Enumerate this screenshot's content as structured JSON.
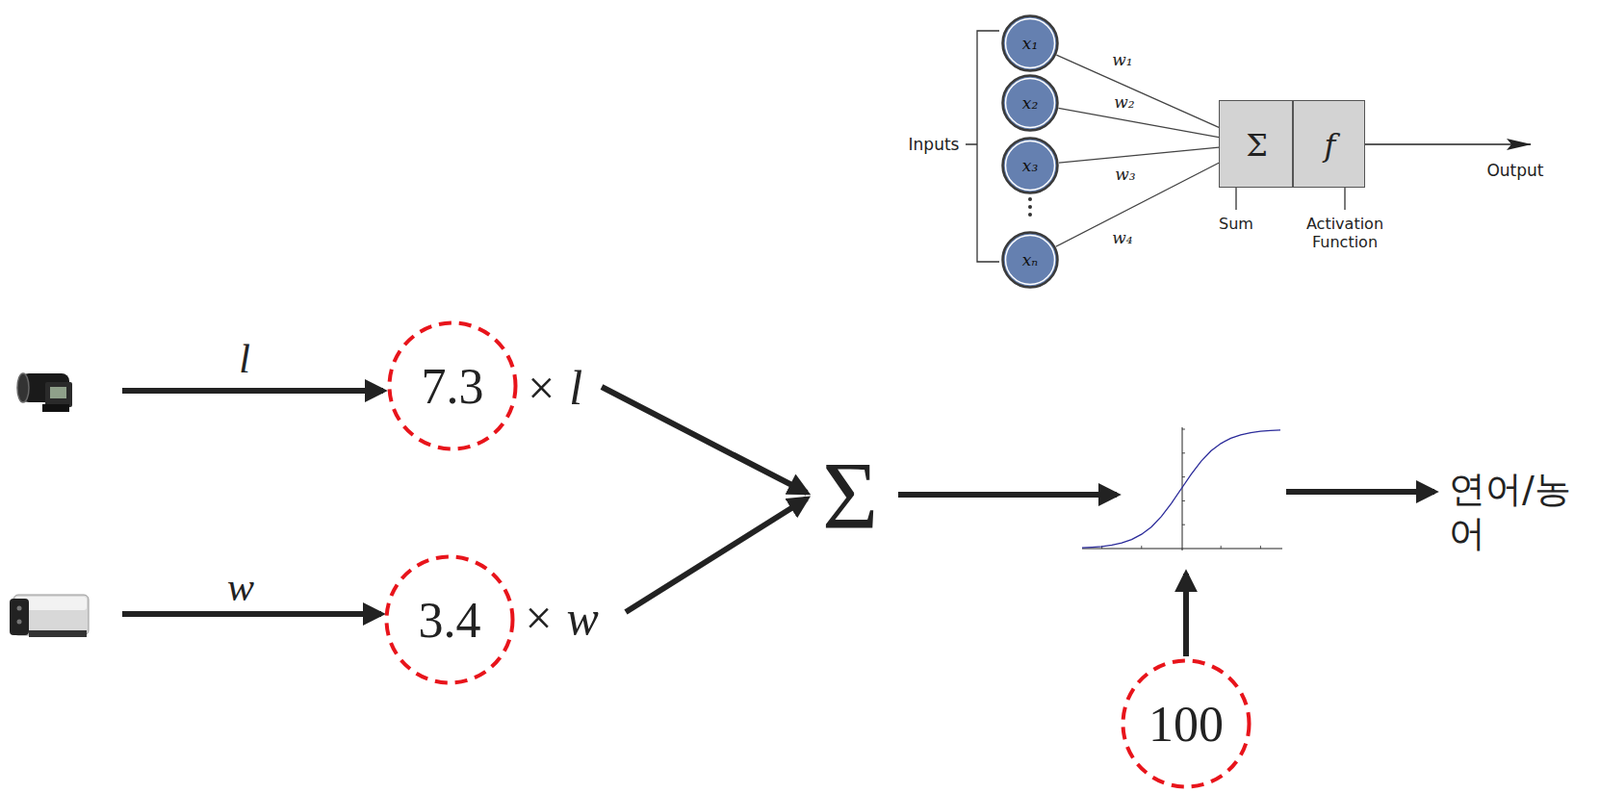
{
  "diagram": {
    "nodes": [
      {
        "text": [
          "x₁"
        ]
      },
      {
        "text": [
          "x₂"
        ]
      },
      {
        "text": [
          "x₃"
        ]
      },
      {
        "text": [
          "xₙ"
        ]
      },
      {
        "text": [
          "Σ"
        ]
      },
      {
        "text": [
          "f"
        ]
      },
      {
        "text": [
          "7.3"
        ]
      },
      {
        "text": [
          "3.4"
        ]
      },
      {
        "text": [
          "100"
        ]
      }
    ],
    "edges": [
      {
        "from": 0,
        "to": 4,
        "label": "w₁",
        "arrow": "none"
      },
      {
        "from": 1,
        "to": 4,
        "label": "w₂",
        "arrow": "none"
      },
      {
        "from": 2,
        "to": 4,
        "label": "w₃",
        "arrow": "none"
      },
      {
        "from": 3,
        "to": 4,
        "label": "w₄",
        "arrow": "none"
      }
    ],
    "labels": [
      "Inputs",
      "Sum",
      "Activation Function",
      "Output",
      "l",
      "× l",
      "w",
      "× w",
      "Σ",
      "연어/농어"
    ]
  }
}
